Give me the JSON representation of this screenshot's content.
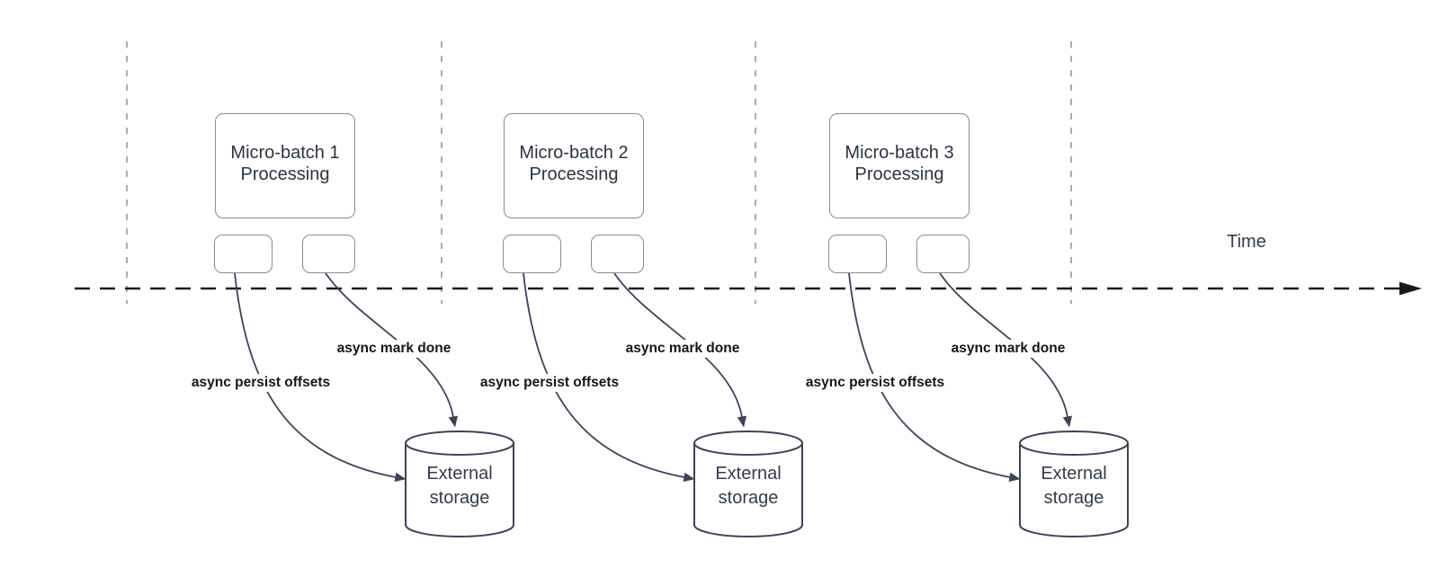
{
  "diagram": {
    "time_label": "Time",
    "groups": [
      {
        "title": "Micro-batch 1\nProcessing",
        "persist_label": "async persist offsets",
        "done_label": "async mark done",
        "storage_label": "External\nstorage"
      },
      {
        "title": "Micro-batch 2\nProcessing",
        "persist_label": "async persist offsets",
        "done_label": "async mark done",
        "storage_label": "External\nstorage"
      },
      {
        "title": "Micro-batch 3\nProcessing",
        "persist_label": "async persist offsets",
        "done_label": "async mark done",
        "storage_label": "External\nstorage"
      }
    ]
  }
}
